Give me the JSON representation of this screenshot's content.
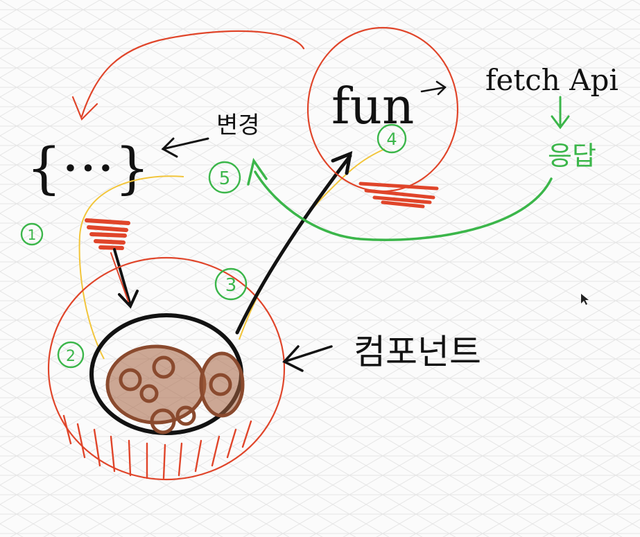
{
  "labels": {
    "braces": "{···}",
    "change": "변경",
    "fun": "fun",
    "fetch_api": "fetch Api",
    "response": "응답",
    "component": "컴포넌트"
  },
  "steps": {
    "one": "1",
    "two": "2",
    "three": "3",
    "four": "4",
    "five": "5"
  },
  "colors": {
    "ink": "#121212",
    "red": "#e0452a",
    "green": "#3bb64a",
    "yellow": "#f2c53a",
    "brown": "#8a4a2e",
    "grid": "#e4e4e4"
  }
}
